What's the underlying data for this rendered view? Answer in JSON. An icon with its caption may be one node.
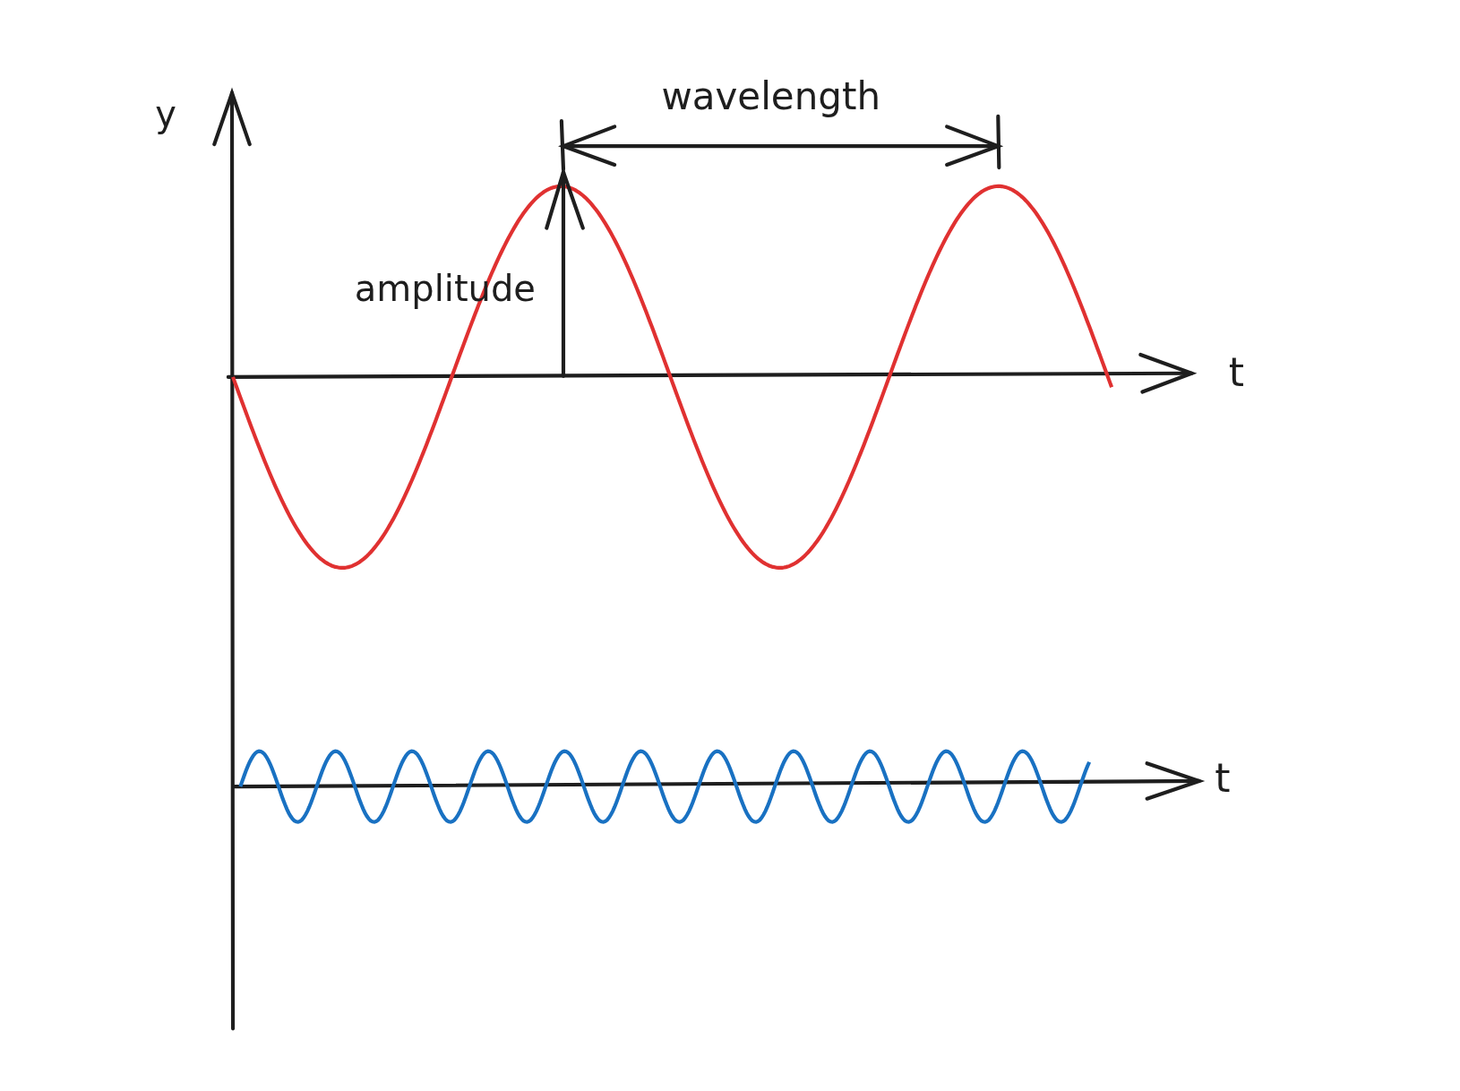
{
  "diagram": {
    "labels": [
      "y",
      "wavelength",
      "amplitude",
      "t",
      "t"
    ]
  }
}
